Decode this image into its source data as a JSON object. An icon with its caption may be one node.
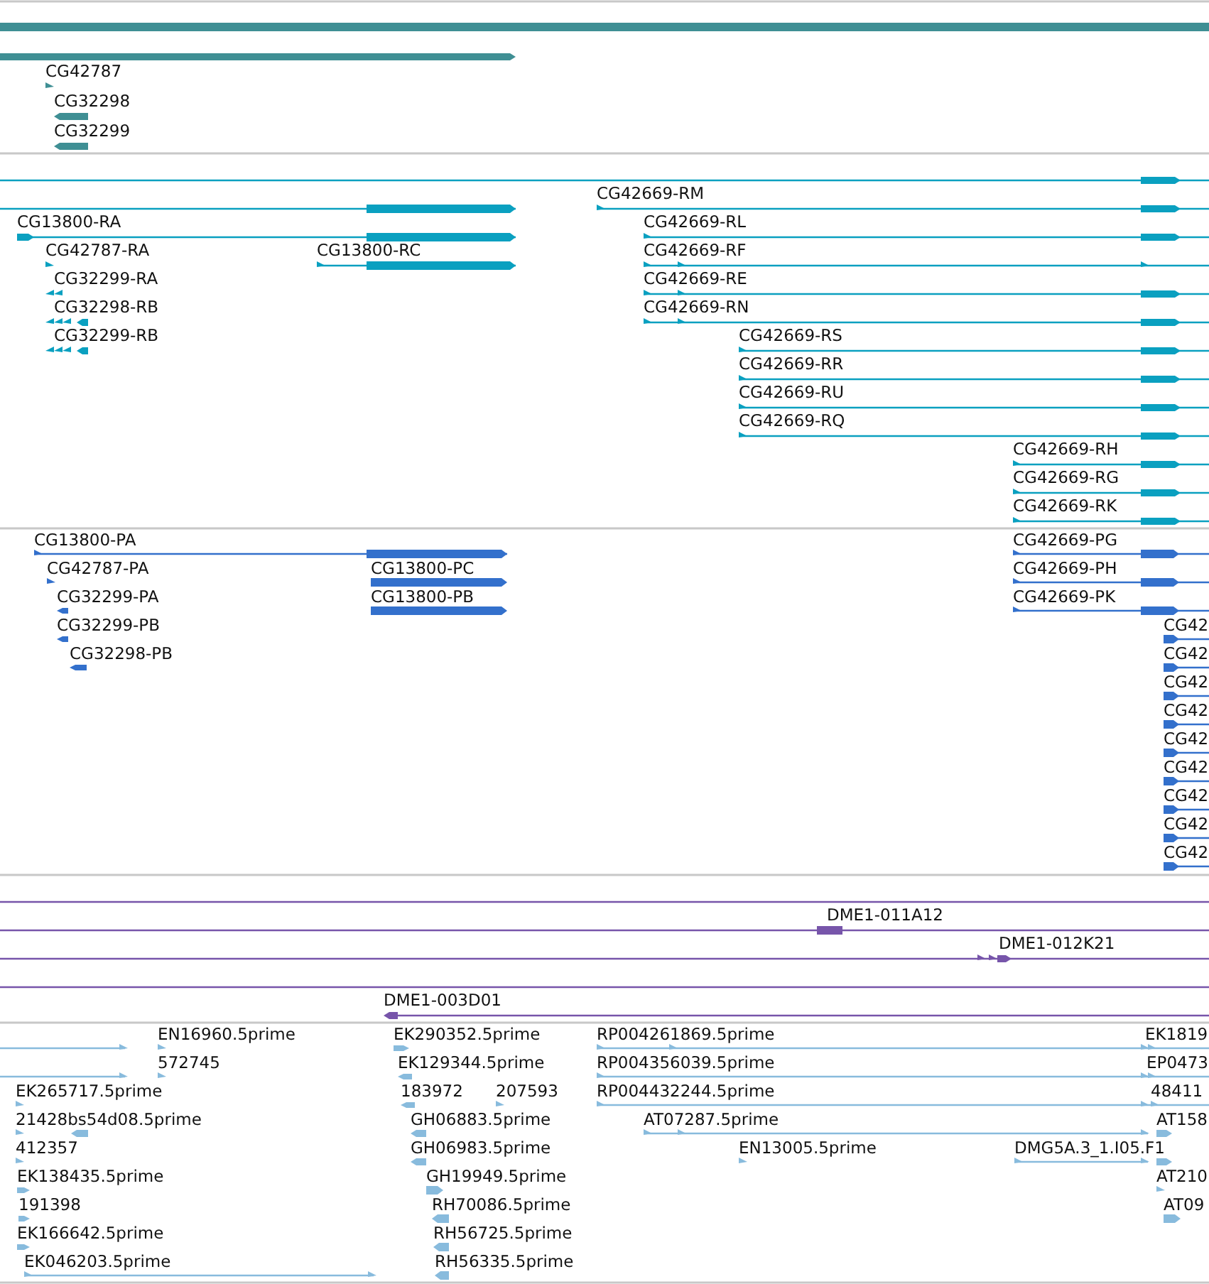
{
  "diagram": {
    "labels": [
      "CG42787",
      "CG32298",
      "CG32299",
      "CG42669-RM",
      "CG13800-RA",
      "CG42669-RL",
      "CG42787-RA",
      "CG13800-RC",
      "CG42669-RF",
      "CG32299-RA",
      "CG42669-RE",
      "CG32298-RB",
      "CG42669-RN",
      "CG32299-RB",
      "CG42669-RS",
      "CG42669-RR",
      "CG42669-RU",
      "CG42669-RQ",
      "CG42669-RH",
      "CG42669-RG",
      "CG42669-RK",
      "CG13800-PA",
      "CG42669-PG",
      "CG42787-PA",
      "CG13800-PC",
      "CG42669-PH",
      "CG32299-PA",
      "CG13800-PB",
      "CG42669-PK",
      "CG32299-PB",
      "CG42",
      "CG32298-PB",
      "CG42",
      "CG42",
      "CG42",
      "CG42",
      "CG42",
      "CG42",
      "CG42",
      "CG42",
      "DME1-011A12",
      "DME1-012K21",
      "DME1-003D01",
      "EN16960.5prime",
      "EK290352.5prime",
      "RP004261869.5prime",
      "EK1819",
      "572745",
      "EK129344.5prime",
      "RP004356039.5prime",
      "EP0473",
      "EK265717.5prime",
      "183972",
      "207593",
      "RP004432244.5prime",
      "48411",
      "21428bs54d08.5prime",
      "GH06883.5prime",
      "AT07287.5prime",
      "AT158",
      "412357",
      "GH06983.5prime",
      "EN13005.5prime",
      "DMG5A.3_1.I05.F1",
      "EK138435.5prime",
      "GH19949.5prime",
      "AT210",
      "191398",
      "RH70086.5prime",
      "AT09",
      "EK166642.5prime",
      "RH56725.5prime",
      "EK046203.5prime",
      "RH56335.5prime"
    ]
  }
}
